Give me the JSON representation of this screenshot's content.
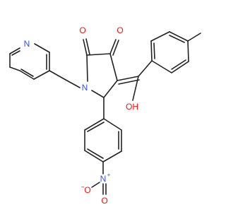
{
  "atoms": {
    "n_pyridine": "N",
    "n_lactam": "N",
    "o_ketone_2": "O",
    "o_ketone_3": "O",
    "oh": "OH",
    "n_nitro": "N",
    "n_nitro_charge": "+",
    "o_nitro_minus": "O",
    "o_nitro_minus_charge": "−",
    "o_nitro_double": "O"
  },
  "colors": {
    "oxygen": "#ff0d0d",
    "nitrogen": "#3050f8",
    "bond": "#222222",
    "background": "#ffffff"
  }
}
